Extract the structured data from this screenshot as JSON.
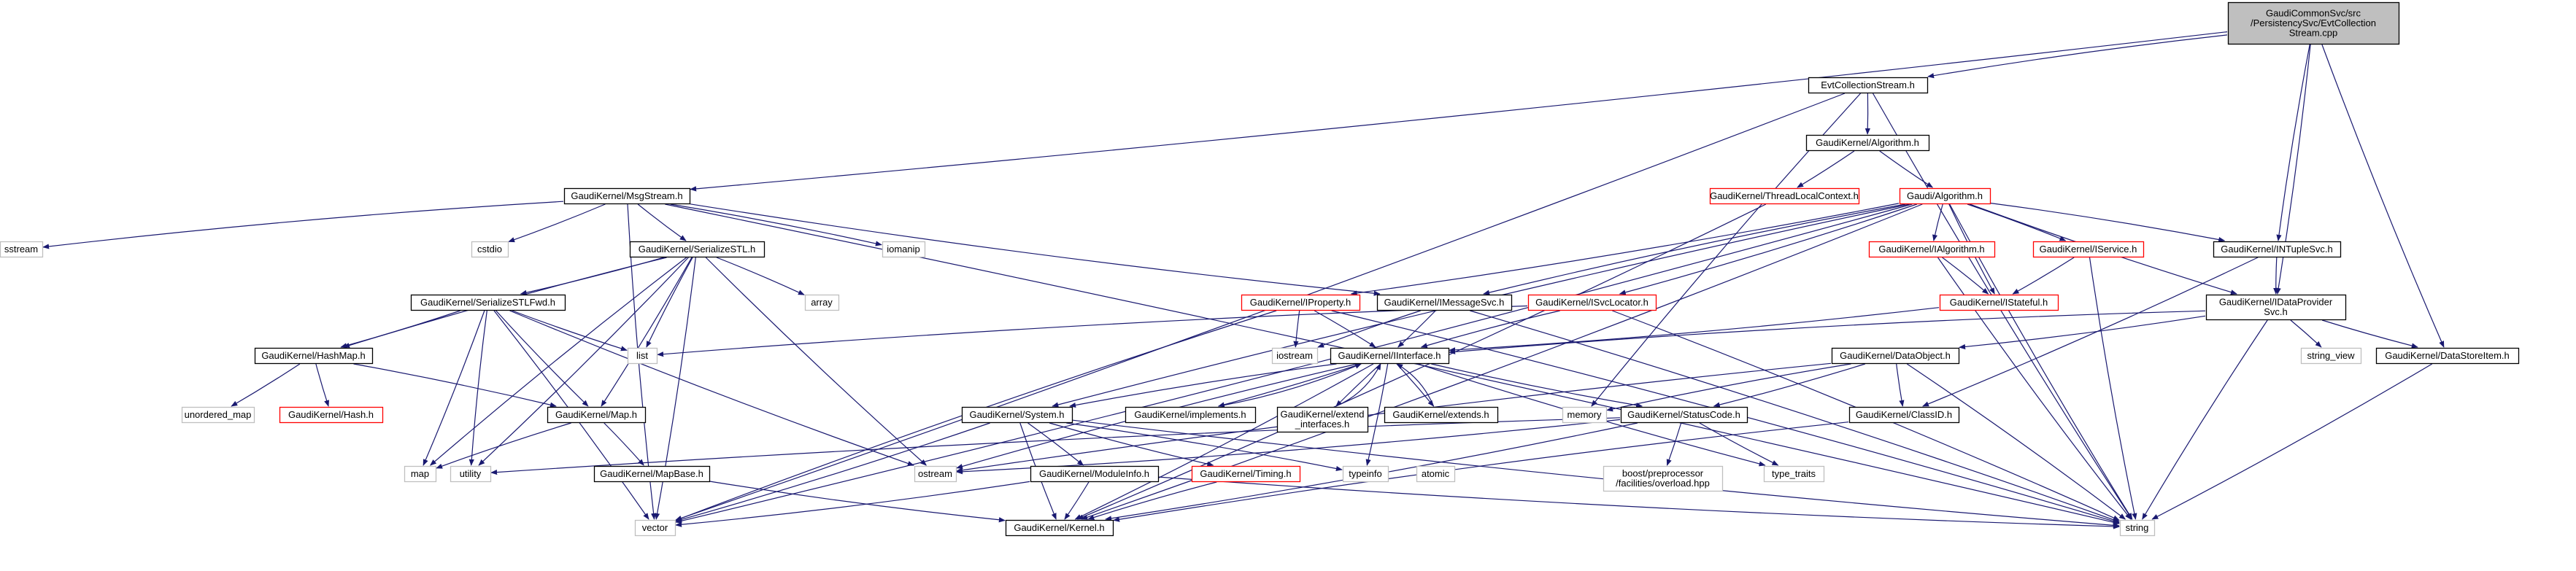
{
  "diagram": {
    "title": "",
    "colors": {
      "edge": "#191970",
      "root_fill": "#bfbfbf",
      "node_fill": "#ffffff",
      "node_border": "#000000",
      "truncated_border": "#ff0000",
      "external_border": "#bfbfbf",
      "text": "#000000"
    },
    "nodes": [
      {
        "id": "root",
        "lines": [
          "GaudiCommonSvc/src",
          "/PersistencySvc/EvtCollection",
          "Stream.cpp"
        ],
        "style": "root"
      },
      {
        "id": "evtcollstream",
        "lines": [
          "EvtCollectionStream.h"
        ],
        "style": "normal"
      },
      {
        "id": "msgstream",
        "lines": [
          "GaudiKernel/MsgStream.h"
        ],
        "style": "normal"
      },
      {
        "id": "gk_algorithm",
        "lines": [
          "GaudiKernel/Algorithm.h"
        ],
        "style": "normal"
      },
      {
        "id": "threadlocal",
        "lines": [
          "GaudiKernel/ThreadLocalContext.h"
        ],
        "style": "truncated"
      },
      {
        "id": "gaudi_algorithm",
        "lines": [
          "Gaudi/Algorithm.h"
        ],
        "style": "truncated"
      },
      {
        "id": "sstream",
        "lines": [
          "sstream"
        ],
        "style": "external"
      },
      {
        "id": "cstdio",
        "lines": [
          "cstdio"
        ],
        "style": "external"
      },
      {
        "id": "serializestl",
        "lines": [
          "GaudiKernel/SerializeSTL.h"
        ],
        "style": "normal"
      },
      {
        "id": "iomanip",
        "lines": [
          "iomanip"
        ],
        "style": "external"
      },
      {
        "id": "intuplesvc",
        "lines": [
          "GaudiKernel/INTupleSvc.h"
        ],
        "style": "normal"
      },
      {
        "id": "ialgorithm",
        "lines": [
          "GaudiKernel/IAlgorithm.h"
        ],
        "style": "truncated"
      },
      {
        "id": "iservice",
        "lines": [
          "GaudiKernel/IService.h"
        ],
        "style": "truncated"
      },
      {
        "id": "array",
        "lines": [
          "array"
        ],
        "style": "external"
      },
      {
        "id": "serializestlfwd",
        "lines": [
          "GaudiKernel/SerializeSTLFwd.h"
        ],
        "style": "normal"
      },
      {
        "id": "iproperty",
        "lines": [
          "GaudiKernel/IProperty.h"
        ],
        "style": "truncated"
      },
      {
        "id": "imessagesvc",
        "lines": [
          "GaudiKernel/IMessageSvc.h"
        ],
        "style": "normal"
      },
      {
        "id": "isvclocator",
        "lines": [
          "GaudiKernel/ISvcLocator.h"
        ],
        "style": "truncated"
      },
      {
        "id": "istateful",
        "lines": [
          "GaudiKernel/IStateful.h"
        ],
        "style": "truncated"
      },
      {
        "id": "idataprovider",
        "lines": [
          "GaudiKernel/IDataProvider",
          "Svc.h"
        ],
        "style": "normal"
      },
      {
        "id": "list",
        "lines": [
          "list"
        ],
        "style": "external"
      },
      {
        "id": "iostream",
        "lines": [
          "iostream"
        ],
        "style": "external"
      },
      {
        "id": "hashmap",
        "lines": [
          "GaudiKernel/HashMap.h"
        ],
        "style": "normal"
      },
      {
        "id": "iinterface",
        "lines": [
          "GaudiKernel/IInterface.h"
        ],
        "style": "normal"
      },
      {
        "id": "dataobject",
        "lines": [
          "GaudiKernel/DataObject.h"
        ],
        "style": "normal"
      },
      {
        "id": "string_view",
        "lines": [
          "string_view"
        ],
        "style": "external"
      },
      {
        "id": "datastoreitem",
        "lines": [
          "GaudiKernel/DataStoreItem.h"
        ],
        "style": "normal"
      },
      {
        "id": "unordered_map",
        "lines": [
          "unordered_map"
        ],
        "style": "external"
      },
      {
        "id": "hash",
        "lines": [
          "GaudiKernel/Hash.h"
        ],
        "style": "truncated"
      },
      {
        "id": "map_h",
        "lines": [
          "GaudiKernel/Map.h"
        ],
        "style": "normal"
      },
      {
        "id": "system",
        "lines": [
          "GaudiKernel/System.h"
        ],
        "style": "normal"
      },
      {
        "id": "implements",
        "lines": [
          "GaudiKernel/implements.h"
        ],
        "style": "normal"
      },
      {
        "id": "extend_interfaces",
        "lines": [
          "GaudiKernel/extend",
          "_interfaces.h"
        ],
        "style": "normal"
      },
      {
        "id": "extends",
        "lines": [
          "GaudiKernel/extends.h"
        ],
        "style": "normal"
      },
      {
        "id": "memory",
        "lines": [
          "memory"
        ],
        "style": "external"
      },
      {
        "id": "statuscode",
        "lines": [
          "GaudiKernel/StatusCode.h"
        ],
        "style": "normal"
      },
      {
        "id": "classid",
        "lines": [
          "GaudiKernel/ClassID.h"
        ],
        "style": "normal"
      },
      {
        "id": "map",
        "lines": [
          "map"
        ],
        "style": "external"
      },
      {
        "id": "utility",
        "lines": [
          "utility"
        ],
        "style": "external"
      },
      {
        "id": "mapbase",
        "lines": [
          "GaudiKernel/MapBase.h"
        ],
        "style": "normal"
      },
      {
        "id": "ostream",
        "lines": [
          "ostream"
        ],
        "style": "external"
      },
      {
        "id": "moduleinfo",
        "lines": [
          "GaudiKernel/ModuleInfo.h"
        ],
        "style": "normal"
      },
      {
        "id": "timing",
        "lines": [
          "GaudiKernel/Timing.h"
        ],
        "style": "truncated"
      },
      {
        "id": "typeinfo",
        "lines": [
          "typeinfo"
        ],
        "style": "external"
      },
      {
        "id": "atomic",
        "lines": [
          "atomic"
        ],
        "style": "external"
      },
      {
        "id": "boost_overload",
        "lines": [
          "boost/preprocessor",
          "/facilities/overload.hpp"
        ],
        "style": "external"
      },
      {
        "id": "type_traits",
        "lines": [
          "type_traits"
        ],
        "style": "external"
      },
      {
        "id": "vector",
        "lines": [
          "vector"
        ],
        "style": "external"
      },
      {
        "id": "kernel",
        "lines": [
          "GaudiKernel/Kernel.h"
        ],
        "style": "normal"
      },
      {
        "id": "string",
        "lines": [
          "string"
        ],
        "style": "external"
      }
    ],
    "edges": [
      [
        "root",
        "evtcollstream"
      ],
      [
        "root",
        "msgstream"
      ],
      [
        "root",
        "intuplesvc"
      ],
      [
        "root",
        "idataprovider"
      ],
      [
        "root",
        "datastoreitem"
      ],
      [
        "evtcollstream",
        "gk_algorithm"
      ],
      [
        "evtcollstream",
        "memory"
      ],
      [
        "evtcollstream",
        "vector"
      ],
      [
        "evtcollstream",
        "string"
      ],
      [
        "gk_algorithm",
        "threadlocal"
      ],
      [
        "gk_algorithm",
        "gaudi_algorithm"
      ],
      [
        "threadlocal",
        "kernel"
      ],
      [
        "gaudi_algorithm",
        "system"
      ],
      [
        "gaudi_algorithm",
        "vector"
      ],
      [
        "gaudi_algorithm",
        "string"
      ],
      [
        "gaudi_algorithm",
        "iproperty"
      ],
      [
        "gaudi_algorithm",
        "imessagesvc"
      ],
      [
        "gaudi_algorithm",
        "isvclocator"
      ],
      [
        "gaudi_algorithm",
        "ialgorithm"
      ],
      [
        "gaudi_algorithm",
        "iservice"
      ],
      [
        "gaudi_algorithm",
        "istateful"
      ],
      [
        "gaudi_algorithm",
        "intuplesvc"
      ],
      [
        "gaudi_algorithm",
        "idataprovider"
      ],
      [
        "gaudi_algorithm",
        "kernel"
      ],
      [
        "msgstream",
        "sstream"
      ],
      [
        "msgstream",
        "cstdio"
      ],
      [
        "msgstream",
        "serializestl"
      ],
      [
        "msgstream",
        "iomanip"
      ],
      [
        "msgstream",
        "imessagesvc"
      ],
      [
        "msgstream",
        "string"
      ],
      [
        "msgstream",
        "vector"
      ],
      [
        "serializestl",
        "array"
      ],
      [
        "serializestl",
        "list"
      ],
      [
        "serializestl",
        "serializestlfwd"
      ],
      [
        "serializestl",
        "hashmap"
      ],
      [
        "serializestl",
        "map_h"
      ],
      [
        "serializestl",
        "map"
      ],
      [
        "serializestl",
        "utility"
      ],
      [
        "serializestl",
        "ostream"
      ],
      [
        "serializestl",
        "vector"
      ],
      [
        "serializestlfwd",
        "list"
      ],
      [
        "serializestlfwd",
        "hashmap"
      ],
      [
        "serializestlfwd",
        "map_h"
      ],
      [
        "serializestlfwd",
        "map"
      ],
      [
        "serializestlfwd",
        "utility"
      ],
      [
        "serializestlfwd",
        "vector"
      ],
      [
        "serializestlfwd",
        "ostream"
      ],
      [
        "hashmap",
        "unordered_map"
      ],
      [
        "hashmap",
        "hash"
      ],
      [
        "hashmap",
        "map_h"
      ],
      [
        "map_h",
        "map"
      ],
      [
        "map_h",
        "mapbase"
      ],
      [
        "mapbase",
        "kernel"
      ],
      [
        "iproperty",
        "iinterface"
      ],
      [
        "iproperty",
        "iostream"
      ],
      [
        "iproperty",
        "string"
      ],
      [
        "iproperty",
        "vector"
      ],
      [
        "imessagesvc",
        "iinterface"
      ],
      [
        "imessagesvc",
        "iostream"
      ],
      [
        "imessagesvc",
        "string"
      ],
      [
        "isvclocator",
        "iinterface"
      ],
      [
        "isvclocator",
        "string"
      ],
      [
        "isvclocator",
        "list"
      ],
      [
        "ialgorithm",
        "istateful"
      ],
      [
        "ialgorithm",
        "string"
      ],
      [
        "iservice",
        "istateful"
      ],
      [
        "iservice",
        "string"
      ],
      [
        "istateful",
        "iinterface"
      ],
      [
        "intuplesvc",
        "idataprovider"
      ],
      [
        "intuplesvc",
        "classid"
      ],
      [
        "idataprovider",
        "iinterface"
      ],
      [
        "idataprovider",
        "dataobject"
      ],
      [
        "idataprovider",
        "datastoreitem"
      ],
      [
        "idataprovider",
        "string_view"
      ],
      [
        "idataprovider",
        "string"
      ],
      [
        "datastoreitem",
        "string"
      ],
      [
        "iinterface",
        "system"
      ],
      [
        "iinterface",
        "implements"
      ],
      [
        "iinterface",
        "extend_interfaces"
      ],
      [
        "iinterface",
        "extends"
      ],
      [
        "iinterface",
        "statuscode"
      ],
      [
        "iinterface",
        "kernel"
      ],
      [
        "iinterface",
        "ostream"
      ],
      [
        "iinterface",
        "typeinfo"
      ],
      [
        "iinterface",
        "type_traits"
      ],
      [
        "implements",
        "iinterface"
      ],
      [
        "extend_interfaces",
        "iinterface"
      ],
      [
        "extends",
        "iinterface"
      ],
      [
        "dataobject",
        "classid"
      ],
      [
        "dataobject",
        "statuscode"
      ],
      [
        "dataobject",
        "memory"
      ],
      [
        "dataobject",
        "string"
      ],
      [
        "dataobject",
        "ostream"
      ],
      [
        "statuscode",
        "boost_overload"
      ],
      [
        "statuscode",
        "type_traits"
      ],
      [
        "statuscode",
        "kernel"
      ],
      [
        "statuscode",
        "utility"
      ],
      [
        "statuscode",
        "ostream"
      ],
      [
        "classid",
        "kernel"
      ],
      [
        "system",
        "moduleinfo"
      ],
      [
        "system",
        "timing"
      ],
      [
        "system",
        "typeinfo"
      ],
      [
        "system",
        "kernel"
      ],
      [
        "system",
        "vector"
      ],
      [
        "system",
        "string"
      ],
      [
        "moduleinfo",
        "kernel"
      ],
      [
        "moduleinfo",
        "string"
      ],
      [
        "moduleinfo",
        "vector"
      ],
      [
        "timing",
        "kernel"
      ]
    ]
  }
}
